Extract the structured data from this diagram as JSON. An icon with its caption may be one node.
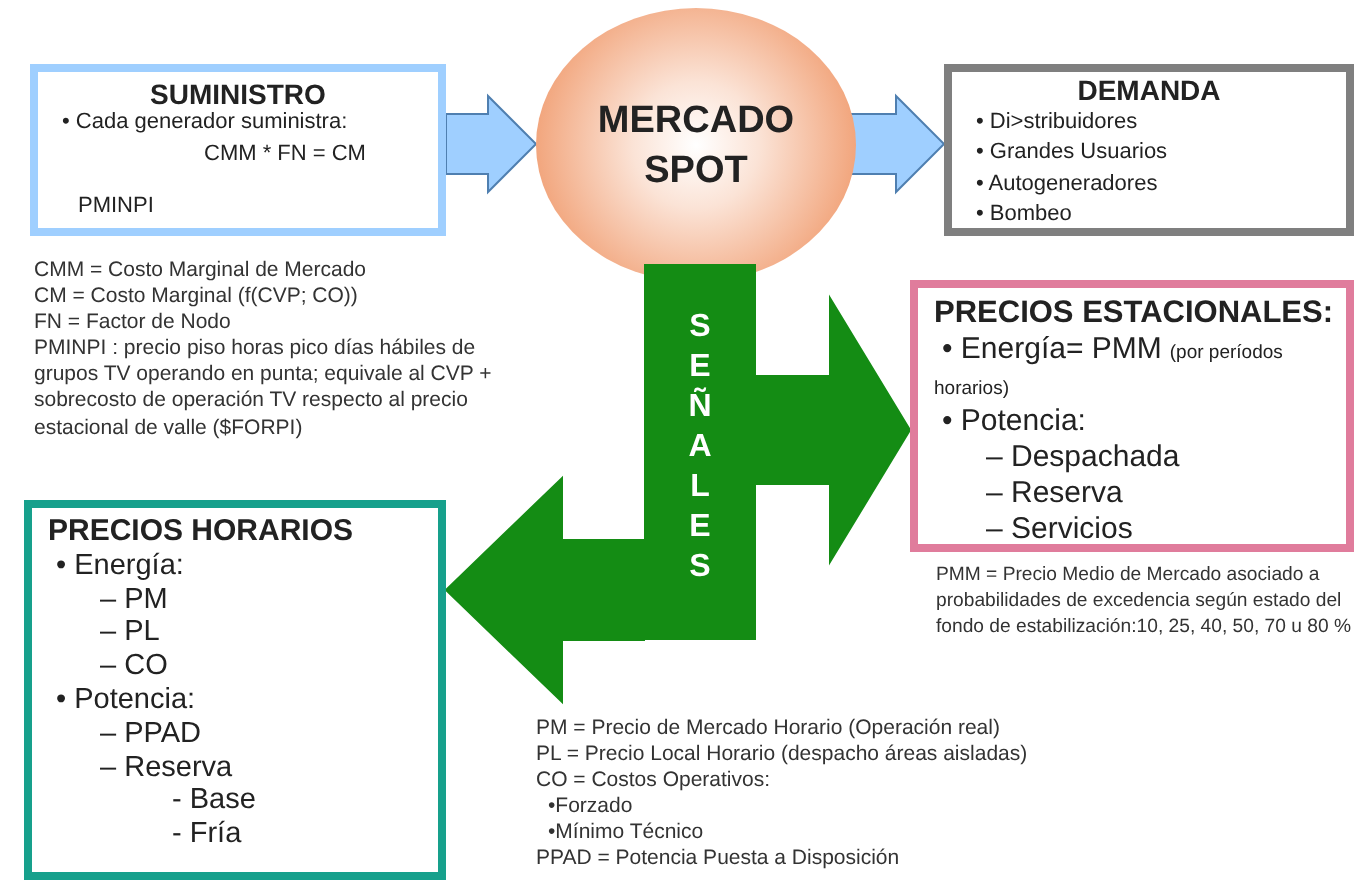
{
  "diagram": {
    "nodes": [
      {
        "text": [
          "SUMINISTRO",
          "• Cada generador  suministra:",
          "CMM * FN = CM",
          "PMINPI"
        ]
      },
      {
        "text": [
          "MERCADO SPOT"
        ]
      },
      {
        "text": [
          "DEMANDA",
          "• Di>stribuidores",
          "• Grandes Usuarios",
          "• Autogeneradores",
          "• Bombeo"
        ]
      },
      {
        "text": [
          "SEÑALES"
        ]
      },
      {
        "text": [
          "PRECIOS ESTACIONALES:",
          "• Energía= PMM",
          "(por períodos horarios)",
          "• Potencia:",
          "– Despachada",
          "– Reserva",
          "– Servicios"
        ]
      },
      {
        "text": [
          "PRECIOS HORARIOS",
          "• Energía:",
          "– PM",
          "– PL",
          "– CO",
          "• Potencia:",
          "– PPAD",
          "– Reserva",
          "- Base",
          "- Fría"
        ]
      }
    ],
    "edges": [
      {
        "from": 0,
        "to": 1,
        "arrow": "to"
      },
      {
        "from": 1,
        "to": 2,
        "arrow": "to"
      },
      {
        "from": 3,
        "to": 4,
        "arrow": "to",
        "color": "#148c14"
      },
      {
        "from": 3,
        "to": 5,
        "arrow": "to",
        "color": "#148c14"
      }
    ],
    "labels": [
      "CMM = Costo Marginal de Mercado",
      "CM = Costo Marginal (f(CVP; CO))",
      "FN = Factor de Nodo",
      "PMINPI : precio piso horas pico días hábiles de grupos TV operando en punta; equivale al CVP + sobrecosto de operación TV respecto al precio estacional de valle ($FORPI)",
      "PMM = Precio Medio de Mercado asociado a probabilidades de excedencia según estado  del fondo de estabilización:10, 25, 40, 50, 70 u 80 %",
      "PM = Precio de Mercado Horario (Operación real)",
      "PL = Precio Local Horario (despacho áreas aisladas)",
      "CO = Costos Operativos:",
      "•Forzado",
      "•Mínimo Técnico",
      "PPAD = Potencia Puesta a Disposición"
    ]
  }
}
